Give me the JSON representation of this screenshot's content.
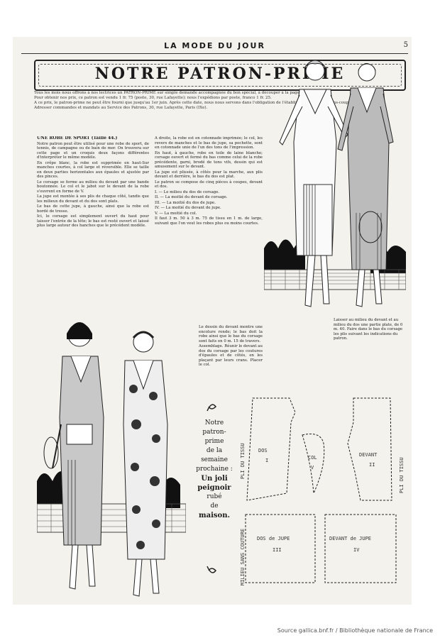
{
  "header": {
    "title": "LA MODE DU JOUR",
    "page_number": "5"
  },
  "title": "NOTRE PATRON-PRIME",
  "intro": [
    "Tous les mois nous offrons à nos lectrices un PATRON-PRIME sur simple demande accompagnée du bon spécial, à découper à la page 14.",
    "Pour obtenir nos prix, ce patron est vendu 1 fr. 75 (poste, 30, rue Lafayette); nous l'expédions par poste, franco 1 fr. 25.",
    "A ce prix, le patron-prime ne peut être fourni que jusqu'au 1er juin. Après cette date, nous nous servons dans l'obligation de l'établir au tarif des patrons-coupe à 1 fr. 50 pièce.",
    "Adresser commandes et mandats au Service des Patrons, 30, rue Lafayette, Paris (IXe)."
  ],
  "article": {
    "heading": "UNE ROBE DE SPORT (Taille 44.)",
    "col1": [
      "Notre patron peut être utilisé pour une robe de sport, de tennis, de campagne ou de bain de mer. On trouvera sur cette page et un croquis deux façons différentes d'interpréter le même modèle.",
      "En crêpe blanc, la robe est supprimée en haut-Sur manches courtes, à col large et réversible. Elle se taille en deux parties horizontales aux épaules et ajustée par des pinces.",
      "Le corsage se ferme au milieu du devant par une bande boutonnée. Le col et le jabot sur le devant de la robe s'ouvrent en forme de V.",
      "La jupe est montée à ses plis de chaque côté, tandis que les milieux du devant et du dos sont plats.",
      "Le bas de cette jupe, à gauche, ainsi que la robe est bordé de tresse.",
      "Ici, le corsage est simplement ouvert du haut pour laisser l'entrée de la tête; le bas est resté ouvert et laissé plus large autour des hanches que le précédent modèle."
    ],
    "col2": [
      "A droite, la robe est en cotonnade imprimée; le col, les revers de manches et le bas de jupe, sa pochette, sont en cotonnade unie de l'un des tons de l'impression.",
      "En haut, à gauche, robe en toile de laine blanche; corsage ouvert et fermé du bas comme celui de la robe précédente, garni, brodé de tons vifs, dessin qui est amusement sur le devant.",
      "La jupe est plissée, à côtés pour la marche, aux plis devant et derrière, le bas du dos est plat.",
      "Le patron se compose de cinq pièces à coupes, devant et dos.",
      "I. — Le milieu du dos de corsage.",
      "II. — La moitié du devant de corsage.",
      "III. — La moitié du dos de jupe.",
      "IV. — La moitié du devant de jupe.",
      "V. — La moitié du col.",
      "Il faut 3 m. 50 à 3 m. 75 de tissu en 1 m. de large, suivant que l'on veut les robes plus ou moins courtes."
    ],
    "col3": [
      "Le dessin du devant montre une encolure ronde; le bas doit la robe ainsi que le bas du corsage sont faits en 0 m. 15 de travers.",
      "Assemblage. Réunir le devant au dos du corsage par les coutures d'épaules et de côtés, en les plaçant par leurs crans. Placer le col."
    ],
    "col4": "Laisser au milieu du devant et au milieu du dos une partie plate, de 0 m. 40. Faire dans le bas du corsage les plis suivant les indications du patron.",
    "caption_next": {
      "line1": "Notre",
      "line2": "patron-",
      "line3": "prime",
      "line4": "de la",
      "line5": "semaine",
      "line6": "prochaine :",
      "bold1": "Un joli",
      "bold2": "peignoir",
      "line7": "rubé",
      "line8": "de",
      "bold3": "maison."
    }
  },
  "pattern_labels": {
    "p1": "DOS",
    "p1n": "I",
    "p2": "COL",
    "p2n": "V",
    "p3": "DEVANT",
    "p3n": "II",
    "p4": "DOS de JUPE",
    "p4n": "III",
    "p5": "DEVANT de JUPE",
    "p5n": "IV",
    "edge1": "PLI DU TISSU",
    "edge2": "MILIEU SANS COUTURE"
  },
  "footer": "Source gallica.bnf.fr / Bibliothèque nationale de France"
}
